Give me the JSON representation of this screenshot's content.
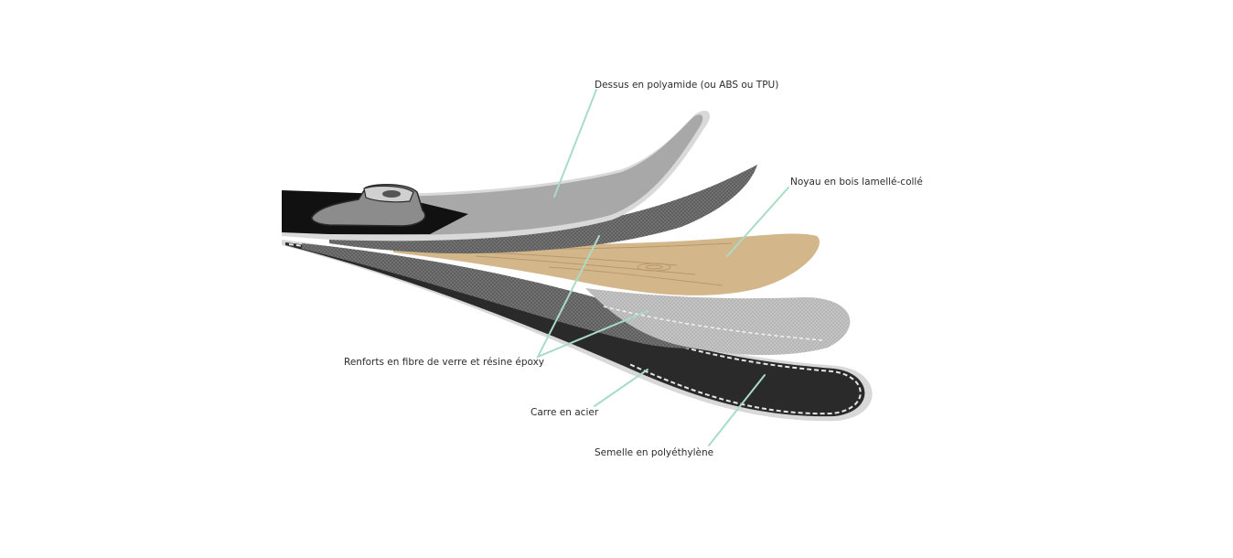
{
  "labels": {
    "top_sheet": "Dessus en polyamide (ou ABS ou TPU)",
    "wood_core": "Noyau en bois lamellé-collé",
    "fiberglass": "Renforts en fibre de verre et résine époxy",
    "steel_edge": "Carre en acier",
    "base": "Semelle en polyéthylène"
  },
  "colors": {
    "leader": "#a9dcc6",
    "top_sheet": "#a8a8a8",
    "wood": "#d3b78b",
    "fiber_dark": "#5e5e5e",
    "fiber_light": "#b9b9b9",
    "base": "#2a2a2a",
    "black": "#111111"
  }
}
